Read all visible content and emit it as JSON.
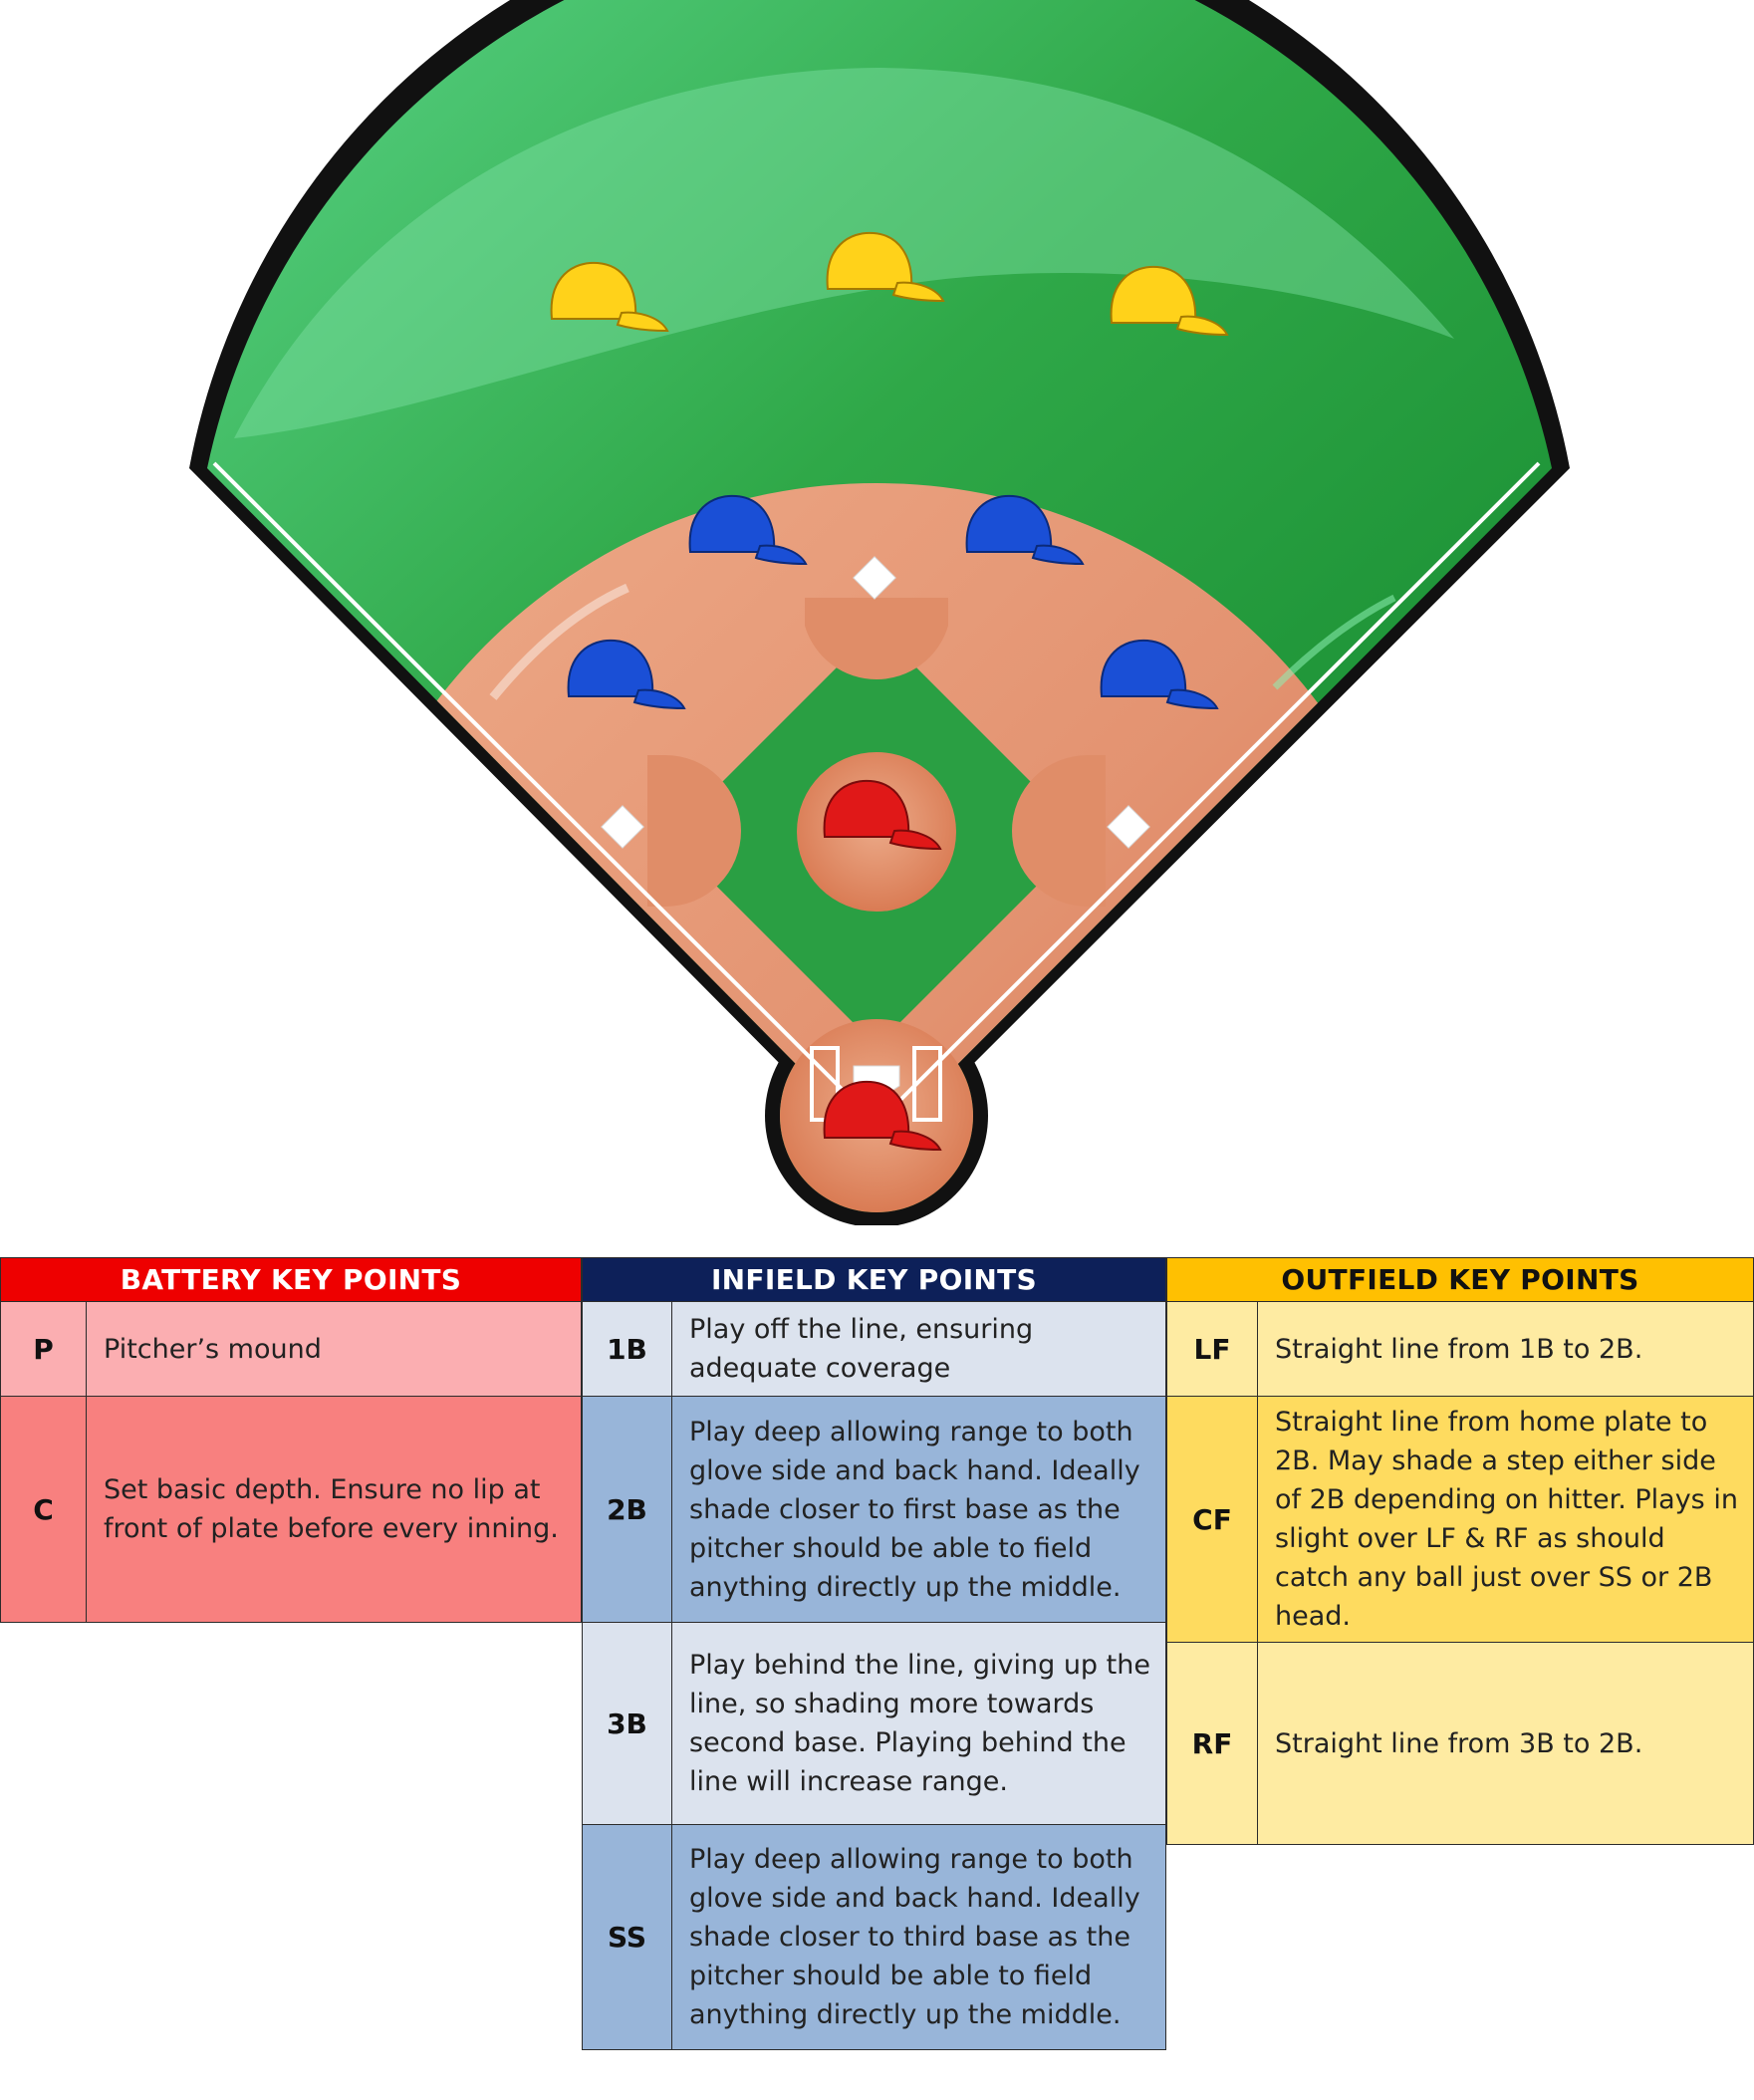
{
  "diagram": {
    "colors": {
      "grass": "#2fa848",
      "infield_dirt": "#e49672",
      "outline": "#111111",
      "outfield_caps": "#ffd21a",
      "infield_caps": "#1a4fd6",
      "battery_caps": "#e01818"
    },
    "icons": {
      "outfield": "baseball-cap-icon",
      "infield": "baseball-cap-icon",
      "battery": "baseball-cap-icon",
      "bases": "base-icon",
      "home_plate": "home-plate-icon"
    }
  },
  "battery": {
    "header": "BATTERY KEY POINTS",
    "color": "#ee0000",
    "rows": [
      {
        "code": "P",
        "text": "Pitcher’s mound"
      },
      {
        "code": "C",
        "text": "Set basic depth. Ensure no lip at front of plate before every inning."
      }
    ]
  },
  "infield": {
    "header": "INFIELD KEY POINTS",
    "color": "#0d2059",
    "rows": [
      {
        "code": "1B",
        "text": "Play off the line, ensuring adequate coverage"
      },
      {
        "code": "2B",
        "text": "Play deep allowing range to both glove side and back hand. Ideally shade closer to first base as the pitcher should be able to field anything directly up the middle."
      },
      {
        "code": "3B",
        "text": "Play behind the line, giving up the line, so shading more towards second base.  Playing behind the line will increase range."
      },
      {
        "code": "SS",
        "text": "Play deep allowing range to both glove side and back hand. Ideally shade closer to third base as the pitcher should be able to field anything directly up the middle."
      }
    ]
  },
  "outfield": {
    "header": "OUTFIELD KEY POINTS",
    "color": "#ffc001",
    "rows": [
      {
        "code": "LF",
        "text": "Straight line from 1B to 2B."
      },
      {
        "code": "CF",
        "text": "Straight line from home plate to 2B. May shade a step either side of 2B depending on hitter. Plays in slight over LF & RF as should catch any ball just over SS or 2B head."
      },
      {
        "code": "RF",
        "text": "Straight line from 3B to 2B."
      }
    ]
  }
}
